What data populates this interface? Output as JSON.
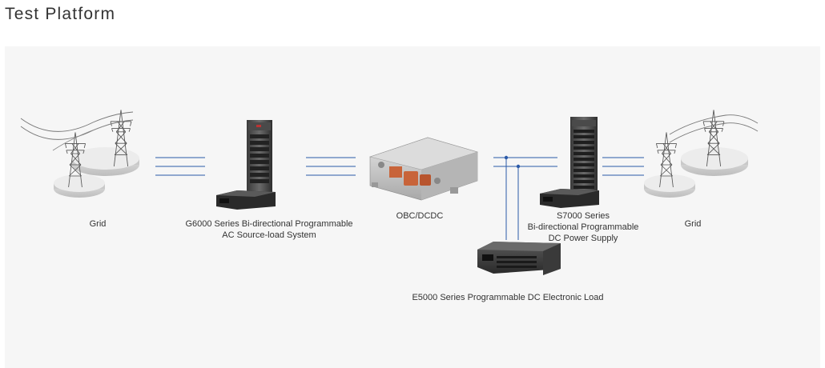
{
  "page": {
    "title": "Test Platform"
  },
  "diagram": {
    "labels": {
      "grid_left": "Grid",
      "g6000_line1": "G6000 Series Bi-directional Programmable",
      "g6000_line2": "AC Source-load System",
      "obc": "OBC/DCDC",
      "s7000_line1": "S7000 Series",
      "s7000_line2": "Bi-directional Programmable",
      "s7000_line3": "DC Power Supply",
      "grid_right": "Grid",
      "e5000": "E5000 Series Programmable DC Electronic Load"
    },
    "colors": {
      "connection_line": "#2b5aa8",
      "panel_background": "#f6f6f6",
      "copper_connector": "#c8643a"
    }
  }
}
